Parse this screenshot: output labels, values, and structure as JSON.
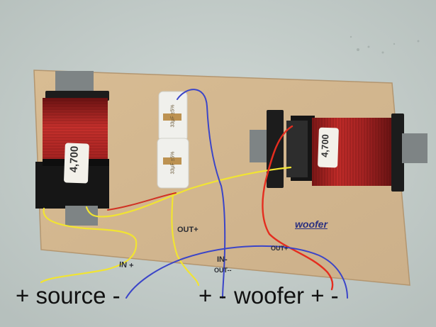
{
  "caption": {
    "source_label": "+ source -",
    "woofer_plus_label": "+ -",
    "woofer_label": "woofer + -"
  },
  "board_marks": {
    "out_plus_1": "OUT+",
    "in_plus": "IN +",
    "in_minus": "IN-",
    "out_minus": "OUT--",
    "out_plus_2": "OUT+",
    "woofer_handwritten": "woofer"
  },
  "coil_labels": {
    "left": "4,700",
    "right": "4,700"
  },
  "capacitor_print": {
    "top": "33µF ±5%",
    "bottom": "33µF ±5%"
  },
  "colors": {
    "board": "#dcc09a",
    "coil_copper": "#b8292a",
    "wire_yellow": "#f1e432",
    "wire_red": "#e42d1f",
    "wire_blue": "#3b45c8"
  }
}
